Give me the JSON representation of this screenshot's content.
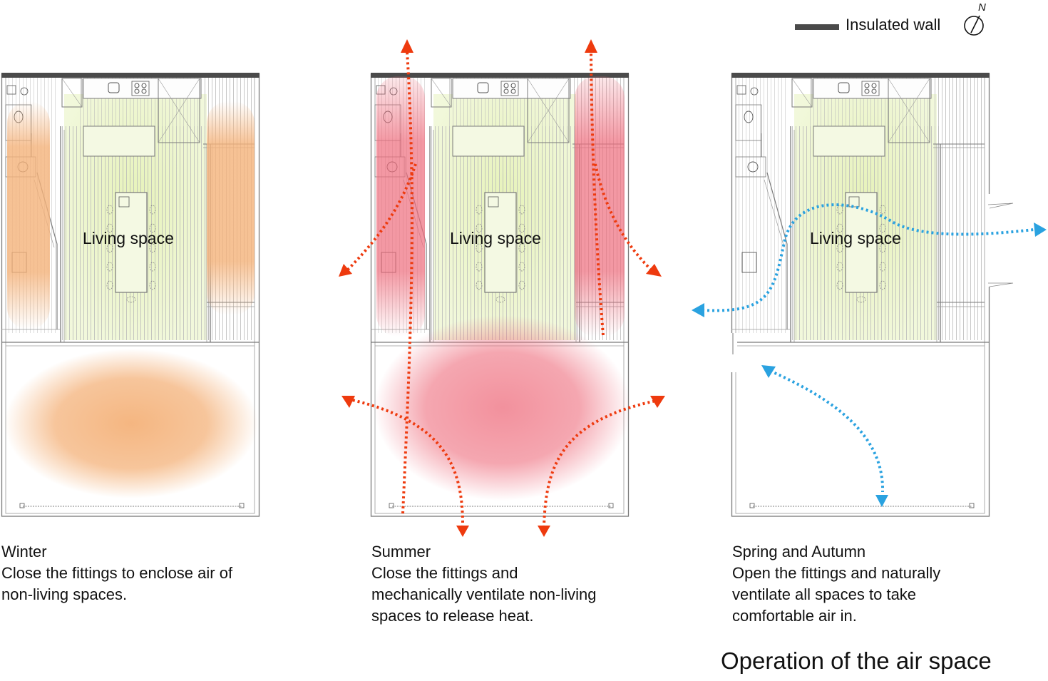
{
  "title": "Operation of the air space",
  "legend": {
    "insulated_wall_label": "Insulated wall",
    "wall_color": "#4a4a4a",
    "north_label": "N",
    "icon": "north-arrow-icon"
  },
  "colors": {
    "warm_air": "#f4b27a",
    "hot_air": "#ee6c7c",
    "heat_arrow": "#ee3a0e",
    "breeze_arrow": "#2aa2e0",
    "living_tint": "#eaf4c4",
    "wall_line": "#7a7a7a"
  },
  "panels": [
    {
      "id": "winter",
      "living_label": "Living space",
      "caption": [
        "Winter",
        "Close the fittings to enclose air of",
        "non-living spaces."
      ]
    },
    {
      "id": "summer",
      "living_label": "Living space",
      "caption": [
        "Summer",
        "Close the fittings and",
        "mechanically ventilate non-living",
        "spaces to release heat."
      ]
    },
    {
      "id": "spring-autumn",
      "living_label": "Living space",
      "caption": [
        "Spring and Autumn",
        "Open the fittings and naturally",
        "ventilate all spaces to take",
        "comfortable air in."
      ]
    }
  ]
}
